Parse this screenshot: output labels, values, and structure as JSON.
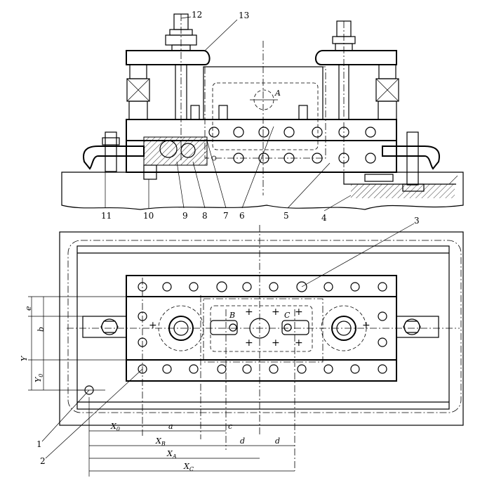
{
  "diagram": {
    "part_labels": [
      "1",
      "2",
      "3",
      "4",
      "5",
      "6",
      "7",
      "8",
      "9",
      "10",
      "11",
      "12",
      "13"
    ],
    "letter_labels": {
      "A": "A",
      "B": "B",
      "C": "C"
    },
    "dimension_labels": {
      "X0": "X",
      "X0_sub": "0",
      "XB": "X",
      "XB_sub": "B",
      "XA": "X",
      "XA_sub": "A",
      "XC": "X",
      "XC_sub": "C",
      "a": "a",
      "c": "c",
      "d1": "d",
      "d2": "d",
      "e": "e",
      "b": "b",
      "Y": "Y",
      "Y0": "Y",
      "Y0_sub": "0"
    }
  }
}
